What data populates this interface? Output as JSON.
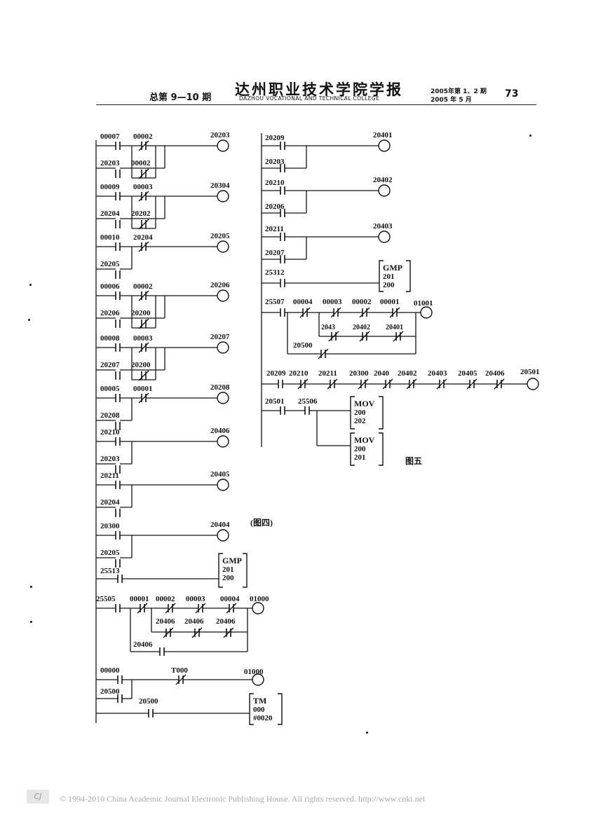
{
  "header": {
    "issue": "总第 9—10 期",
    "journal_title": "达州职业技术学院学报",
    "journal_subtitle": "DAZHOU VOCATIONAL AND TECHNICAL COLLEGE",
    "year_line1": "2005年第 1、2 期",
    "year_line2": "2005 年 5 月",
    "page_number": "73"
  },
  "figure_left": {
    "caption": "(图四)",
    "labels": {
      "r1a": "00007",
      "r1b": "00002",
      "r1out": "20203",
      "r1p": "20203",
      "r1q": "00002",
      "r2a": "00009",
      "r2b": "00003",
      "r2out": "20304",
      "r2p": "20204",
      "r2q": "20202",
      "r3a": "00010",
      "r3b": "20204",
      "r3out": "20205",
      "r3p": "20205",
      "r4a": "00006",
      "r4b": "00002",
      "r4out": "20206",
      "r4p": "20206",
      "r4q": "20200",
      "r5a": "00008",
      "r5b": "00003",
      "r5out": "20207",
      "r5p": "20207",
      "r5q": "20200",
      "r6a": "00005",
      "r6b": "00001",
      "r6out": "20208",
      "r6p": "20208",
      "r7a": "20210",
      "r7out": "20406",
      "r7p": "20203",
      "r8a": "20211",
      "r8out": "20405",
      "r8p": "20204",
      "r9a": "20300",
      "r9out": "20404",
      "r9p": "20205",
      "r10a": "25513",
      "r10box1": "GMP",
      "r10box2": "201",
      "r10box3": "200",
      "r11a": "25505",
      "r11b": "00001",
      "r11c": "00002",
      "r11d": "00003",
      "r11e": "00004",
      "r11out": "01000",
      "r11p1": "20406",
      "r11p2": "20406",
      "r11p3": "20406",
      "r11s": "20406",
      "r12a": "00000",
      "r12b": "T000",
      "r12out": "01000",
      "r12p": "20500",
      "r12c": "20500",
      "r12box1": "TM",
      "r12box2": "000",
      "r12box3": "#0020"
    }
  },
  "figure_right": {
    "caption": "图五",
    "labels": {
      "s1a": "20209",
      "s1out": "20401",
      "s1p": "20203",
      "s2a": "20210",
      "s2out": "20402",
      "s2p": "20206",
      "s3a": "20211",
      "s3out": "20403",
      "s3p": "20207",
      "s4a": "25312",
      "s4box1": "GMP",
      "s4box2": "201",
      "s4box3": "200",
      "s5a": "25507",
      "s5b": "00004",
      "s5c": "00003",
      "s5d": "00002",
      "s5e": "00001",
      "s5out": "01001",
      "s5p1": "2043",
      "s5p2": "20402",
      "s5p3": "20401",
      "s5s": "20500",
      "s6a": "20209",
      "s6b": "20210",
      "s6c": "20211",
      "s6d": "20300",
      "s6e": "2040",
      "s6f": "20402",
      "s6g": "20403",
      "s6h": "20405",
      "s6i": "20406",
      "s6out": "20501",
      "s7a": "20501",
      "s7b": "25506",
      "s7box1": "MOV",
      "s7box2": "200",
      "s7box3": "202",
      "s7box4": "MOV",
      "s7box5": "200",
      "s7box6": "201"
    }
  },
  "footer": {
    "logo": "CJ",
    "copyright": "© 1994-2010 China Academic Journal Electronic Publishing House. All rights reserved.    http://www.cnki.net"
  }
}
